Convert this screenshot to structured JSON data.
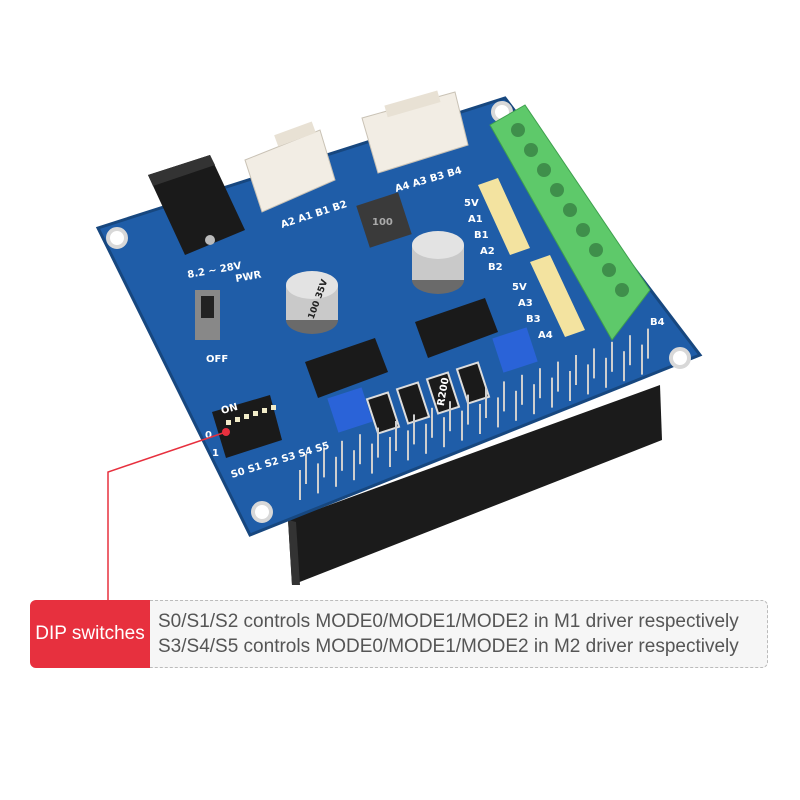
{
  "board": {
    "labels": {
      "voltage": "8.2 ~ 28V",
      "pwr": "PWR",
      "off": "OFF",
      "on": "ON",
      "dip_zero": "0",
      "dip_one": "1",
      "dip_switch_names": "S0 S1 S2 S3 S4 S5",
      "connector1_pins": "A2 A1 B1 B2",
      "connector2_pins": "A4 A3 B3 B4",
      "header1_pins": [
        "5V",
        "A1",
        "B1",
        "A2",
        "B2"
      ],
      "header2_pins": [
        "5V",
        "A3",
        "B3",
        "A4"
      ],
      "terminal_end": "B4",
      "inductor": "100",
      "capacitor": "100 35V",
      "resistor": "R200"
    },
    "colors": {
      "pcb": "#1f5da8",
      "terminal": "#5ec96a",
      "header": "#f3e3a0",
      "callout_red": "#e7303e"
    }
  },
  "callout": {
    "title": "DIP switches",
    "lines": [
      "S0/S1/S2 controls MODE0/MODE1/MODE2 in M1 driver respectively",
      "S3/S4/S5 controls MODE0/MODE1/MODE2 in M2 driver respectively"
    ]
  }
}
